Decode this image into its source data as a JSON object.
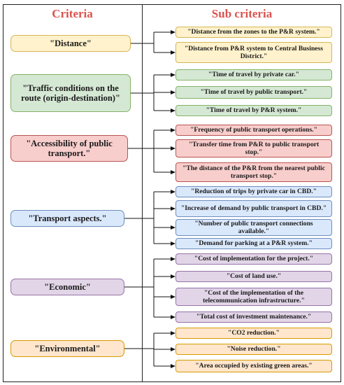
{
  "headers": {
    "criteria": "Criteria",
    "sub_criteria": "Sub criteria"
  },
  "colors": {
    "header_text": "#d9534f",
    "yellow": "#fff2cc",
    "green": "#d5e8d4",
    "red": "#f8cecc",
    "blue": "#dae8fc",
    "purple": "#e1d5e7",
    "orange": "#ffe6cc"
  },
  "groups": [
    {
      "criterion": "\"Distance\"",
      "color": "yellow",
      "subs": [
        "\"Distance from the zones to the P&R system.\"",
        "\"Distance from P&R system to Central Business District.\""
      ]
    },
    {
      "criterion": "\"Traffic conditions on the route (origin-destination)\"",
      "color": "green",
      "subs": [
        "\"Time of travel by private car.\"",
        "\"Time of travel by public transport.\"",
        "\"Time of travel by P&R system.\""
      ]
    },
    {
      "criterion": "\"Accessibility of public transport.\"",
      "color": "red",
      "subs": [
        "\"Frequency of public transport operations.\"",
        "\"Transfer time from P&R to public transport stop.\"",
        "\"The distance of the P&R from the nearest public transport stop.\""
      ]
    },
    {
      "criterion": "\"Transport aspects.\"",
      "color": "blue",
      "subs": [
        "\"Reduction of trips by private car in CBD.\"",
        "\"Increase of demand by public transport in CBD.\"",
        "\"Number of public transport connections available.\"",
        "\"Demand for parking at a P&R system.\""
      ]
    },
    {
      "criterion": "\"Economic\"",
      "color": "purple",
      "subs": [
        "\"Cost of implementation for the project.\"",
        "\"Cost of land use.\"",
        "\"Cost of the implementation of the telecommunication infrastructure.\"",
        "\"Total cost of investment maintenance.\""
      ]
    },
    {
      "criterion": "\"Environmental\"",
      "color": "orange",
      "subs": [
        "\"CO2 reduction.\"",
        "\"Noise reduction.\"",
        "\"Area occupied by existing green areas.\""
      ]
    }
  ]
}
